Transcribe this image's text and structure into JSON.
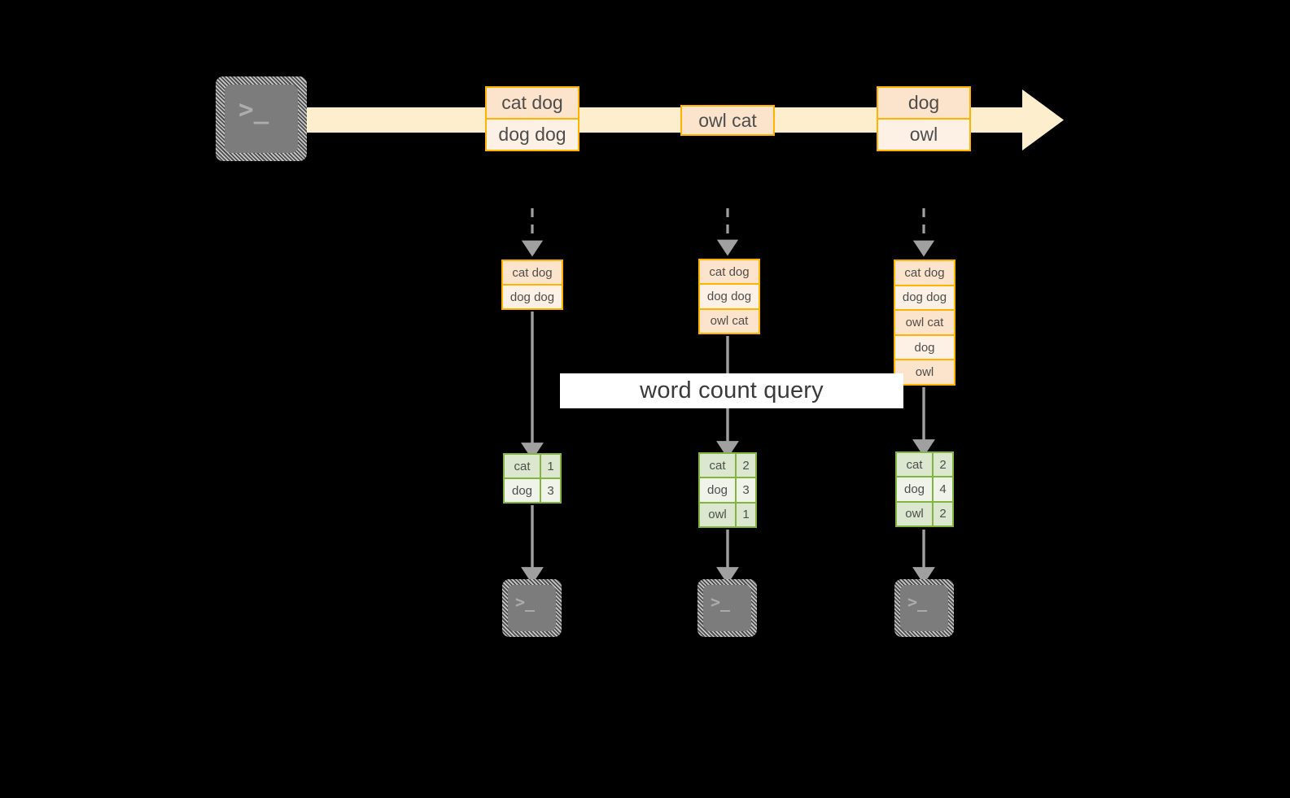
{
  "diagram": {
    "title_label": "word count query",
    "colors": {
      "stream_band": "#FDEFCE",
      "record_border": "#FFB300",
      "record_fill_a": "#FCE3CB",
      "record_fill_b": "#FDF1E5",
      "table_border": "#82B540",
      "table_fill_a": "#DCE7CF",
      "table_fill_b": "#EFF3EA",
      "arrow_gray": "#A0A0A0",
      "terminal_body": "#7C7C7C",
      "label_bg": "#FFFFFF",
      "background": "#000000"
    },
    "stream": {
      "producer_icon": "terminal-icon",
      "producer_glyph": ">_",
      "arrow_direction": "right",
      "records": [
        {
          "lines": [
            "cat dog",
            "dog dog"
          ]
        },
        {
          "lines": [
            "owl cat"
          ]
        },
        {
          "lines": [
            "dog",
            "owl"
          ]
        }
      ]
    },
    "snapshots": [
      {
        "id": "snapshot-1",
        "input_lines": [
          "cat dog",
          "dog dog"
        ],
        "result_header": null,
        "result_rows": [
          {
            "word": "cat",
            "count": "1"
          },
          {
            "word": "dog",
            "count": "3"
          }
        ],
        "consumer_icon": "terminal-icon",
        "consumer_glyph": ">_"
      },
      {
        "id": "snapshot-2",
        "input_lines": [
          "cat dog",
          "dog dog",
          "owl cat"
        ],
        "result_header": null,
        "result_rows": [
          {
            "word": "cat",
            "count": "2"
          },
          {
            "word": "dog",
            "count": "3"
          },
          {
            "word": "owl",
            "count": "1"
          }
        ],
        "consumer_icon": "terminal-icon",
        "consumer_glyph": ">_"
      },
      {
        "id": "snapshot-3",
        "input_lines": [
          "cat dog",
          "dog dog",
          "owl cat",
          "dog",
          "owl"
        ],
        "result_header": null,
        "result_rows": [
          {
            "word": "cat",
            "count": "2"
          },
          {
            "word": "dog",
            "count": "4"
          },
          {
            "word": "owl",
            "count": "2"
          }
        ],
        "consumer_icon": "terminal-icon",
        "consumer_glyph": ">_"
      }
    ]
  }
}
